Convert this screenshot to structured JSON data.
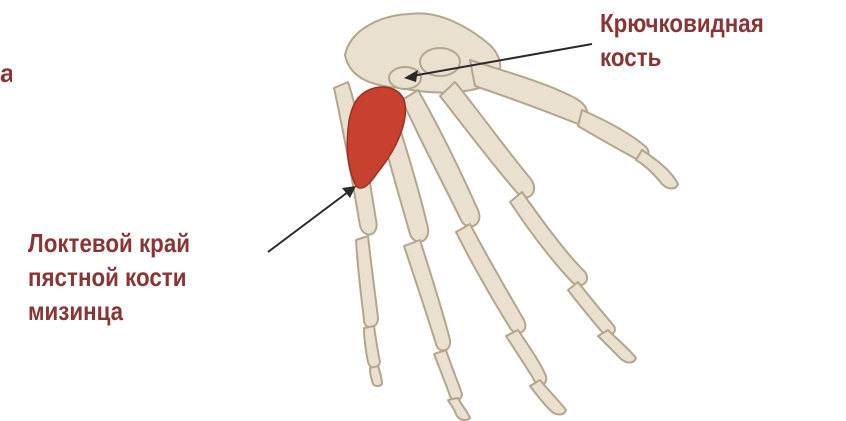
{
  "labels": {
    "hook_bone": [
      "Крючковидная",
      "кость"
    ],
    "ulnar_edge": [
      "Локтевой край",
      "пястной кости",
      "мизинца"
    ],
    "left_cut": "а"
  },
  "colors": {
    "label_text": "#8a3535",
    "bone_fill": "#e9e0cf",
    "bone_stroke": "#b4a68c",
    "muscle_fill": "#c8402e",
    "pointer_line": "#2a2a2a"
  }
}
